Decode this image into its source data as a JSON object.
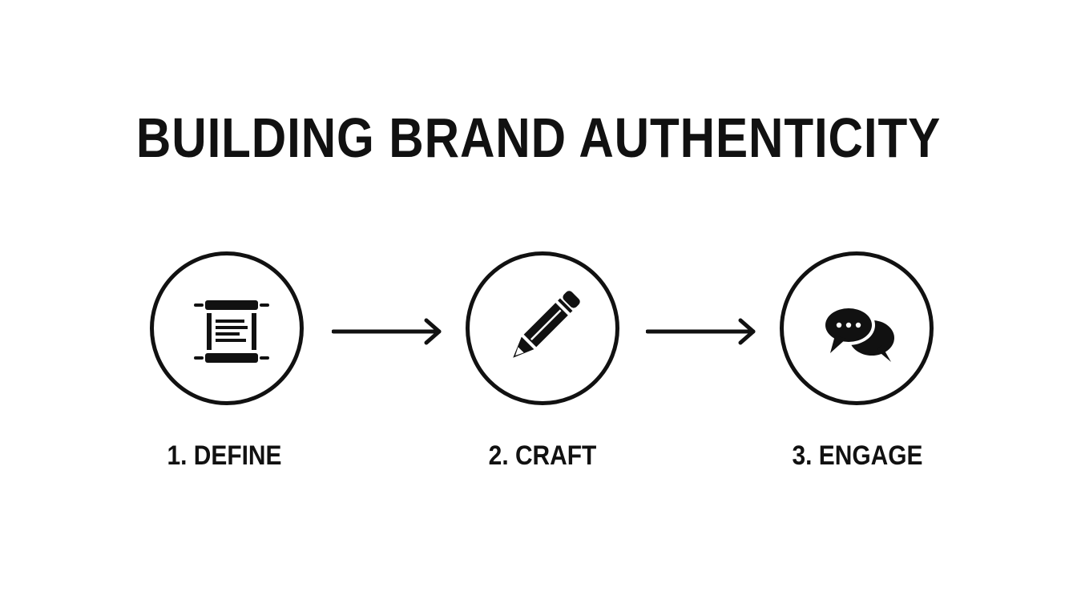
{
  "title": "BUILDING BRAND AUTHENTICITY",
  "steps": [
    {
      "label": "1. DEFINE",
      "icon": "scroll-icon"
    },
    {
      "label": "2. CRAFT",
      "icon": "pencil-icon"
    },
    {
      "label": "3. ENGAGE",
      "icon": "chat-bubbles-icon"
    }
  ],
  "colors": {
    "ink": "#111111",
    "background": "#ffffff"
  }
}
